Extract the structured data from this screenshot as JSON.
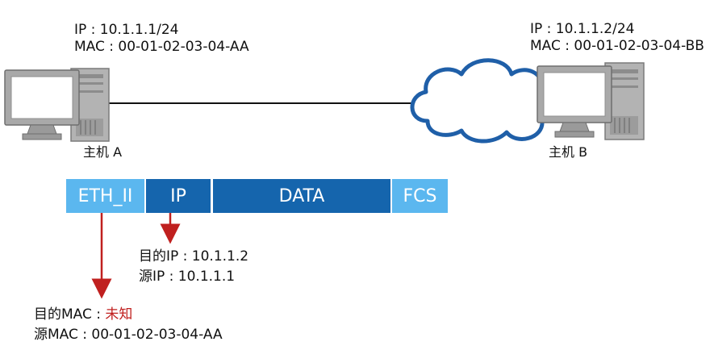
{
  "hostA": {
    "ip": "IP : 10.1.1.1/24",
    "mac": "MAC : 00-01-02-03-04-AA",
    "name": "主机 A"
  },
  "hostB": {
    "ip": "IP : 10.1.1.2/24",
    "mac": "MAC : 00-01-02-03-04-BB",
    "name": "主机 B"
  },
  "frame": {
    "eth": "ETH_II",
    "ip": "IP",
    "data": "DATA",
    "fcs": "FCS"
  },
  "ipHeader": {
    "dst": "目的IP : 10.1.1.2",
    "src": "源IP : 10.1.1.1"
  },
  "ethHeader": {
    "dst_prefix": "目的MAC : ",
    "dst_value": "未知",
    "src": "源MAC : 00-01-02-03-04-AA"
  },
  "colors": {
    "light_blue": "#5bb7ef",
    "dark_blue": "#1565ad",
    "cloud_stroke": "#1f5fa8",
    "arrow_red": "#c0201f",
    "unknown_red": "#c0201f",
    "host_gray": "#8a8a8a"
  },
  "icons": {
    "hostA": "desktop-computer-icon",
    "hostB": "desktop-computer-icon",
    "network": "cloud-icon"
  }
}
